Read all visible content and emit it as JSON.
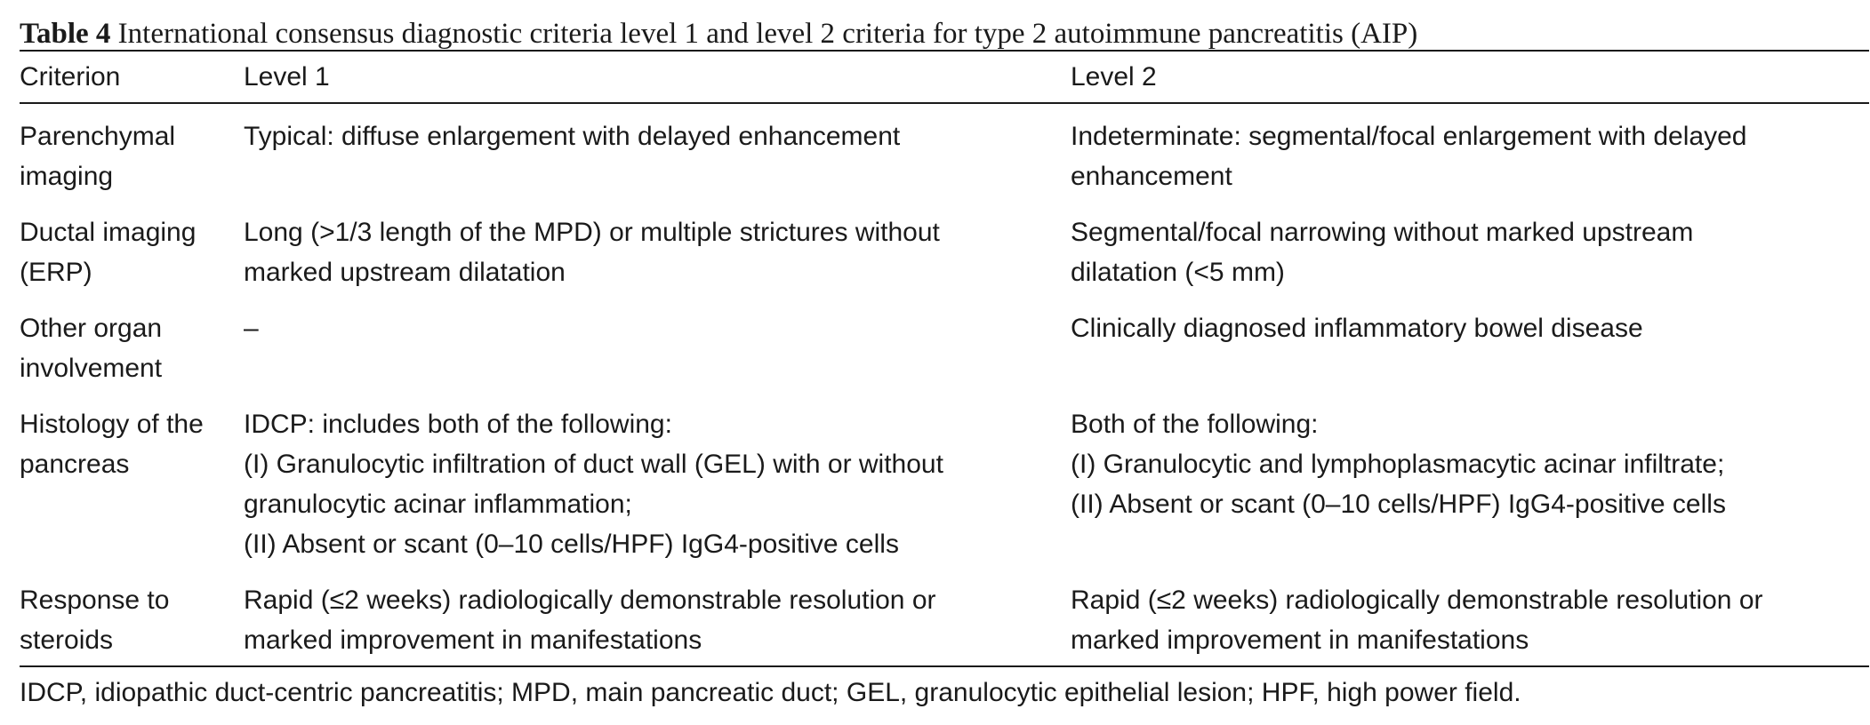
{
  "caption": {
    "label": "Table 4",
    "text": "International consensus diagnostic criteria level 1 and level 2 criteria for type 2 autoimmune pancreatitis (AIP)"
  },
  "table": {
    "headers": [
      "Criterion",
      "Level 1",
      "Level 2"
    ],
    "rows": [
      {
        "criterion": "Parenchymal\nimaging",
        "level1": "Typical: diffuse enlargement with delayed enhancement",
        "level2": "Indeterminate: segmental/focal enlargement with delayed\nenhancement"
      },
      {
        "criterion": "Ductal imaging\n(ERP)",
        "level1": "Long (>1/3 length of the  MPD) or multiple strictures without\nmarked upstream dilatation",
        "level2": "Segmental/focal narrowing without marked upstream\ndilatation (<5 mm)"
      },
      {
        "criterion": "Other organ\ninvolvement",
        "level1": "–",
        "level2": "Clinically diagnosed inflammatory bowel disease"
      },
      {
        "criterion": "Histology of the\npancreas",
        "level1": "IDCP: includes both of the following:\n(I) Granulocytic infiltration of duct wall (GEL) with or without\ngranulocytic acinar inflammation;\n(II) Absent or scant (0–10 cells/HPF) IgG4-positive cells",
        "level2": "Both of the following:\n(I) Granulocytic and lymphoplasmacytic acinar infiltrate;\n(II) Absent or scant (0–10 cells/HPF) IgG4-positive cells"
      },
      {
        "criterion": "Response to\nsteroids",
        "level1": "Rapid (≤2 weeks) radiologically demonstrable resolution or\nmarked improvement in manifestations",
        "level2": "Rapid (≤2 weeks) radiologically demonstrable resolution or\nmarked improvement in manifestations"
      }
    ]
  },
  "footnote": "IDCP, idiopathic duct-centric pancreatitis; MPD, main pancreatic duct; GEL, granulocytic epithelial lesion; HPF, high power field."
}
